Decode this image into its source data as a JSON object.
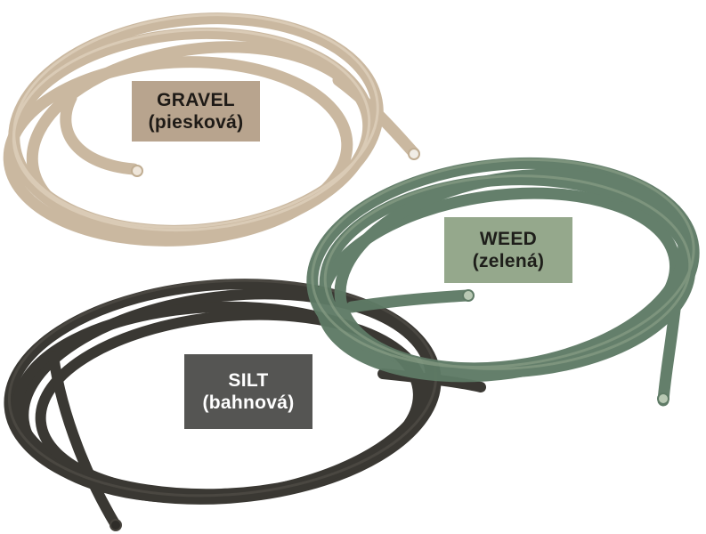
{
  "image": {
    "description": "Product photo of three coils of fishing rig tubing in different colors with labels",
    "background": "#ffffff"
  },
  "products": [
    {
      "id": "gravel",
      "name": "GRAVEL",
      "subtitle": "(piesková)",
      "tube_color": "#c9b59a",
      "label_bg": "#b8a48e",
      "label_text_color": "#1e1a16"
    },
    {
      "id": "weed",
      "name": "WEED",
      "subtitle": "(zelená)",
      "tube_color": "#5e7a65",
      "label_bg": "#95a88c",
      "label_text_color": "#1e1e1a"
    },
    {
      "id": "silt",
      "name": "SILT",
      "subtitle": "(bahnová)",
      "tube_color": "#3a3833",
      "label_bg": "#555553",
      "label_text_color": "#ffffff"
    }
  ]
}
